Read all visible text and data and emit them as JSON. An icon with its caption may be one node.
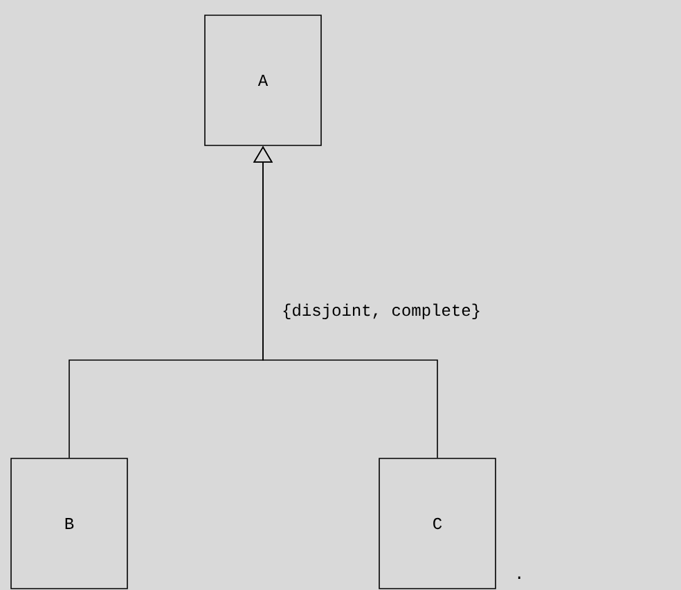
{
  "diagram": {
    "nodes": [
      {
        "text": [
          "A"
        ]
      },
      {
        "text": [
          "B"
        ]
      },
      {
        "text": [
          "C"
        ]
      }
    ],
    "edges": [
      {
        "from": 1,
        "to": 0,
        "arrow": "to"
      },
      {
        "from": 2,
        "to": 0,
        "arrow": "to"
      }
    ],
    "labels": [
      "{disjoint, complete}",
      "."
    ]
  }
}
